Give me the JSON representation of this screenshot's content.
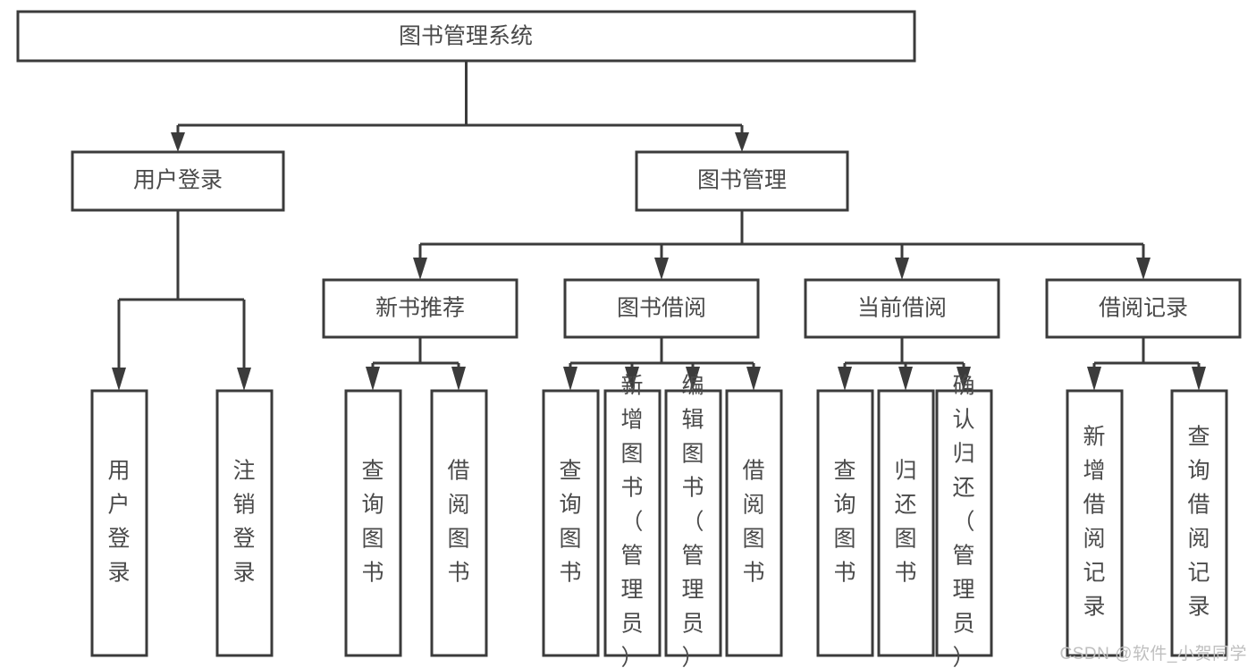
{
  "diagram": {
    "type": "tree-hierarchy-functional-decomposition",
    "title": "图书管理系统",
    "colors": {
      "stroke": "#3b3b3b",
      "fill": "#ffffff",
      "text": "#4a4a4a",
      "background": "#ffffff",
      "watermark": "#bfbfbf"
    },
    "levels": {
      "level1": [
        {
          "id": "root",
          "label": "图书管理系统",
          "orientation": "horizontal"
        }
      ],
      "level2": [
        {
          "id": "user-login",
          "label": "用户登录",
          "orientation": "horizontal"
        },
        {
          "id": "book-manage",
          "label": "图书管理",
          "orientation": "horizontal"
        }
      ],
      "level3": [
        {
          "id": "new-book-rec",
          "label": "新书推荐",
          "orientation": "horizontal"
        },
        {
          "id": "book-borrow",
          "label": "图书借阅",
          "orientation": "horizontal"
        },
        {
          "id": "current-borrow",
          "label": "当前借阅",
          "orientation": "horizontal"
        },
        {
          "id": "borrow-record",
          "label": "借阅记录",
          "orientation": "horizontal"
        }
      ],
      "level4": [
        {
          "id": "leaf-user-login",
          "parent": "user-login",
          "label": "用户登录",
          "orientation": "vertical"
        },
        {
          "id": "leaf-logout",
          "parent": "user-login",
          "label": "注销登录",
          "orientation": "vertical"
        },
        {
          "id": "leaf-query-book-1",
          "parent": "new-book-rec",
          "label": "查询图书",
          "orientation": "vertical"
        },
        {
          "id": "leaf-borrow-book-1",
          "parent": "new-book-rec",
          "label": "借阅图书",
          "orientation": "vertical"
        },
        {
          "id": "leaf-query-book-2",
          "parent": "book-borrow",
          "label": "查询图书",
          "orientation": "vertical"
        },
        {
          "id": "leaf-add-book",
          "parent": "book-borrow",
          "label": "新增图书（管理员）",
          "orientation": "vertical"
        },
        {
          "id": "leaf-edit-book",
          "parent": "book-borrow",
          "label": "编辑图书（管理员）",
          "orientation": "vertical"
        },
        {
          "id": "leaf-borrow-book-2",
          "parent": "book-borrow",
          "label": "借阅图书",
          "orientation": "vertical"
        },
        {
          "id": "leaf-query-book-3",
          "parent": "current-borrow",
          "label": "查询图书",
          "orientation": "vertical"
        },
        {
          "id": "leaf-return-book",
          "parent": "current-borrow",
          "label": "归还图书",
          "orientation": "vertical"
        },
        {
          "id": "leaf-confirm-return",
          "parent": "current-borrow",
          "label": "确认归还（管理员）",
          "orientation": "vertical"
        },
        {
          "id": "leaf-add-record",
          "parent": "borrow-record",
          "label": "新增借阅记录",
          "orientation": "vertical"
        },
        {
          "id": "leaf-query-record",
          "parent": "borrow-record",
          "label": "查询借阅记录",
          "orientation": "vertical"
        }
      ]
    }
  },
  "watermark": {
    "text": "CSDN @软件_小贺同学"
  }
}
